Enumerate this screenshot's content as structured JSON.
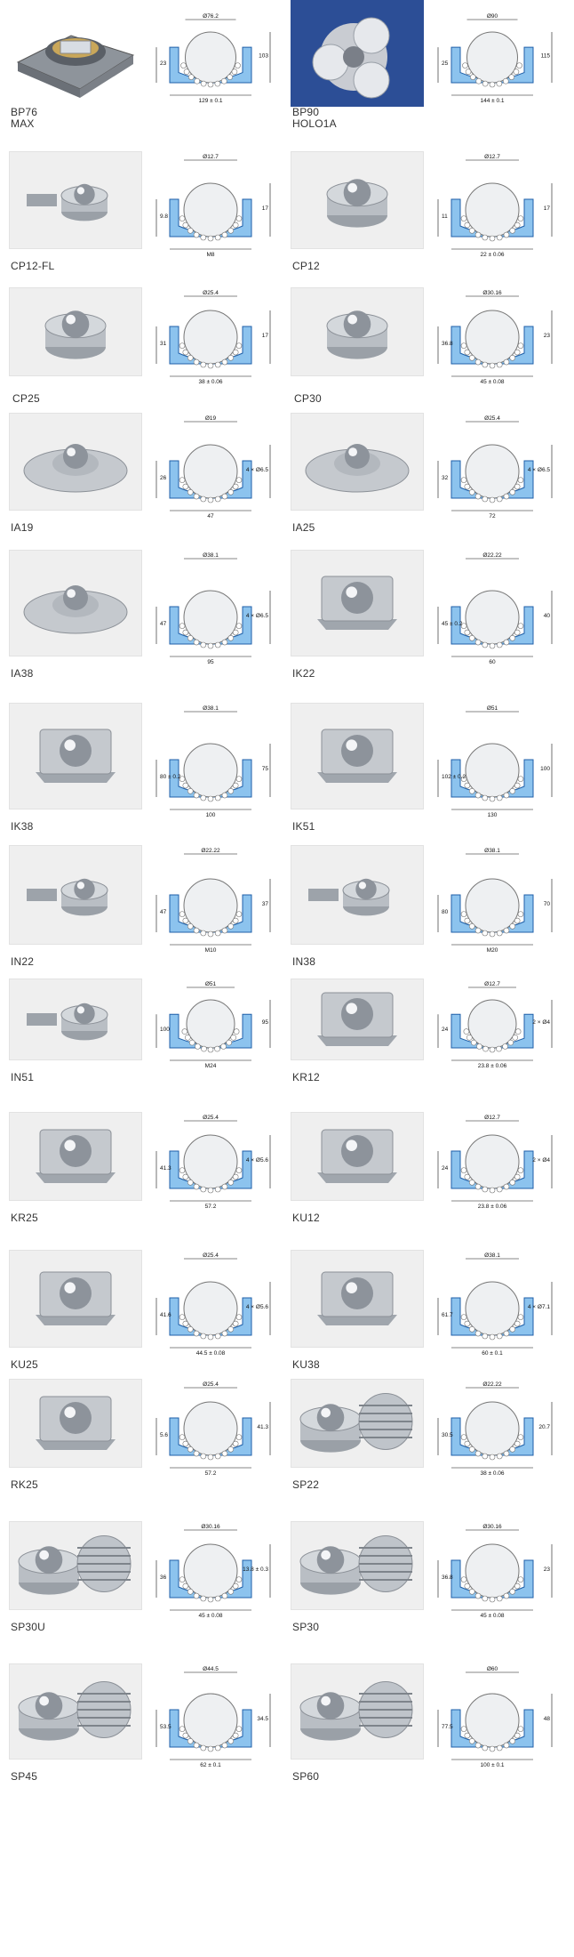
{
  "products": [
    {
      "code": "BP76",
      "dims": {
        "top": "Ø76.2",
        "bottom": "129 ± 0.1",
        "left": "23",
        "right": "103"
      }
    },
    {
      "code": "BP90",
      "dims": {
        "top": "Ø90",
        "bottom": "144 ± 0.1",
        "left": "25",
        "right": "115"
      }
    },
    {
      "code": "CP12-FL",
      "dims": {
        "top": "Ø12.7",
        "bottom": "M8",
        "left": "9.8",
        "right": "17"
      }
    },
    {
      "code": "CP12",
      "dims": {
        "top": "Ø12.7",
        "bottom": "22 ± 0.06",
        "left": "11",
        "right": "17"
      }
    },
    {
      "code": "CP25",
      "dims": {
        "top": "Ø25.4",
        "bottom": "38 ± 0.06",
        "left": "31",
        "right": "17"
      }
    },
    {
      "code": "CP30",
      "dims": {
        "top": "Ø30.16",
        "bottom": "45 ± 0.08",
        "left": "36.8",
        "right": "23"
      }
    },
    {
      "code": "IA19",
      "dims": {
        "top": "Ø19",
        "bottom": "47",
        "left": "26",
        "right": "4 × Ø6.5"
      }
    },
    {
      "code": "IA25",
      "dims": {
        "top": "Ø25.4",
        "bottom": "72",
        "left": "32",
        "right": "4 × Ø6.5"
      }
    },
    {
      "code": "IA38",
      "dims": {
        "top": "Ø38.1",
        "bottom": "95",
        "left": "47",
        "right": "4 × Ø6.5"
      }
    },
    {
      "code": "IK22",
      "dims": {
        "top": "Ø22.22",
        "bottom": "60",
        "left": "45 ± 0.2",
        "right": "40"
      }
    },
    {
      "code": "IK38",
      "dims": {
        "top": "Ø38.1",
        "bottom": "100",
        "left": "80 ± 0.2",
        "right": "75"
      }
    },
    {
      "code": "IK51",
      "dims": {
        "top": "Ø51",
        "bottom": "130",
        "left": "102 ± 0.2",
        "right": "100"
      }
    },
    {
      "code": "IN22",
      "dims": {
        "top": "Ø22.22",
        "bottom": "M10",
        "left": "47",
        "right": "37"
      }
    },
    {
      "code": "IN38",
      "dims": {
        "top": "Ø38.1",
        "bottom": "M20",
        "left": "80",
        "right": "70"
      }
    },
    {
      "code": "IN51",
      "dims": {
        "top": "Ø51",
        "bottom": "M24",
        "left": "100",
        "right": "95"
      }
    },
    {
      "code": "KR12",
      "dims": {
        "top": "Ø12.7",
        "bottom": "23.8 ± 0.06",
        "left": "24",
        "right": "2 × Ø4"
      }
    },
    {
      "code": "KR25",
      "dims": {
        "top": "Ø25.4",
        "bottom": "57.2",
        "left": "41.3",
        "right": "4 × Ø5.6"
      }
    },
    {
      "code": "KU12",
      "dims": {
        "top": "Ø12.7",
        "bottom": "23.8 ± 0.06",
        "left": "24",
        "right": "2 × Ø4"
      }
    },
    {
      "code": "KU25",
      "dims": {
        "top": "Ø25.4",
        "bottom": "44.5 ± 0.08",
        "left": "41.6",
        "right": "4 × Ø5.6"
      }
    },
    {
      "code": "KU38",
      "dims": {
        "top": "Ø38.1",
        "bottom": "60 ± 0.1",
        "left": "61.7",
        "right": "4 × Ø7.1"
      }
    },
    {
      "code": "RK25",
      "dims": {
        "top": "Ø25.4",
        "bottom": "57.2",
        "left": "5.6",
        "right": "41.3"
      }
    },
    {
      "code": "SP22",
      "dims": {
        "top": "Ø22.22",
        "bottom": "38 ± 0.06",
        "left": "30.5",
        "right": "20.7"
      }
    },
    {
      "code": "SP30U",
      "dims": {
        "top": "Ø30.16",
        "bottom": "45 ± 0.08",
        "left": "36",
        "right": "13.8 ± 0.3"
      }
    },
    {
      "code": "SP30",
      "dims": {
        "top": "Ø30.16",
        "bottom": "45 ± 0.08",
        "left": "36.8",
        "right": "23"
      }
    },
    {
      "code": "SP45",
      "dims": {
        "top": "Ø44.5",
        "bottom": "62 ± 0.1",
        "left": "53.5",
        "right": "34.5"
      }
    },
    {
      "code": "SP60",
      "dims": {
        "top": "Ø60",
        "bottom": "100 ± 0.1",
        "left": "77.5",
        "right": "48"
      }
    },
    {
      "code": "MAX"
    },
    {
      "code": "HOLO1A"
    }
  ],
  "colors": {
    "drawing_fill": "#8cc3ee",
    "drawing_stroke": "#1f5fa8",
    "dimension_line": "#111111",
    "label": "#333333",
    "photo_background": "#efefef",
    "holo_background": "#2c4e96"
  }
}
